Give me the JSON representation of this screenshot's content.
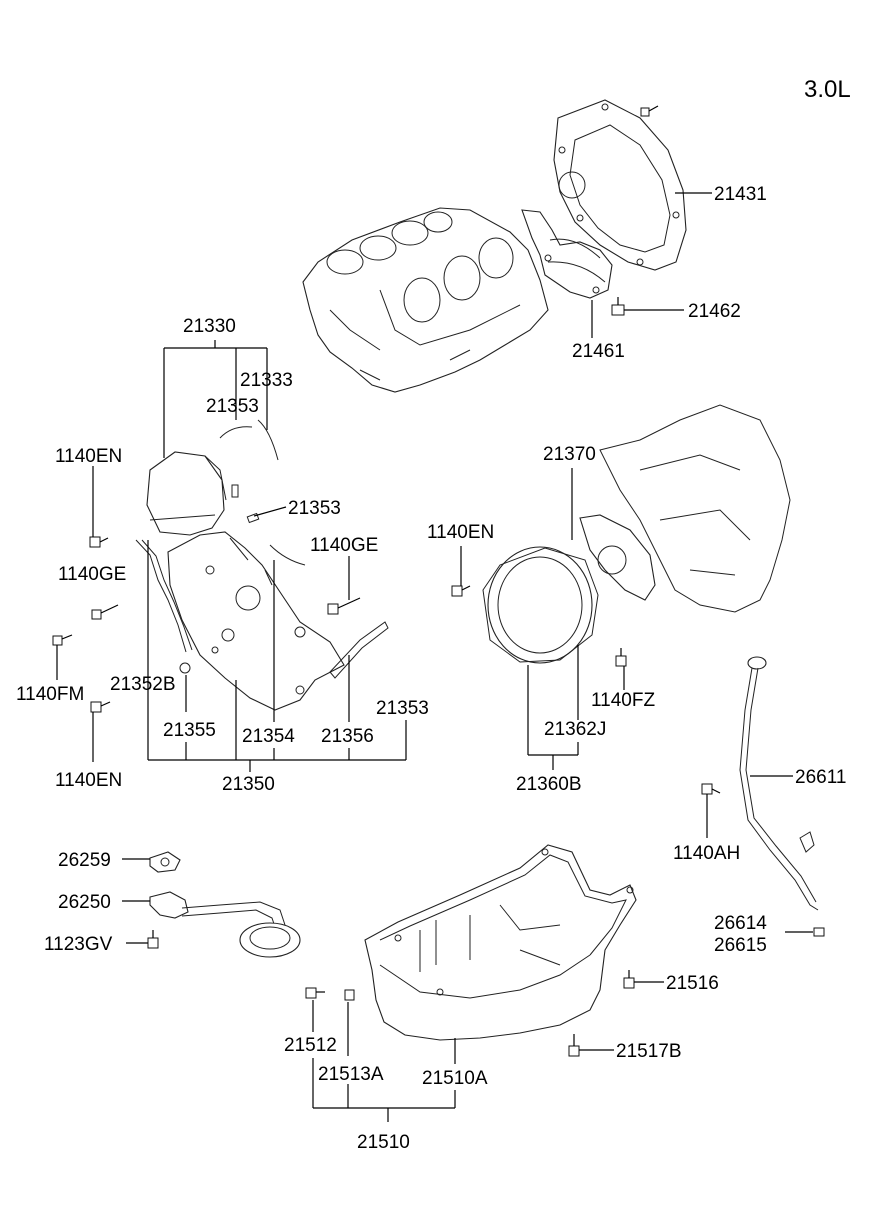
{
  "engine_label": "3.0L",
  "labels": {
    "p21431": "21431",
    "p21462": "21462",
    "p21461": "21461",
    "p21330": "21330",
    "p21333": "21333",
    "p21353a": "21353",
    "p21353b": "21353",
    "p21353c": "21353",
    "p1140en_a": "1140EN",
    "p1140en_b": "1140EN",
    "p1140en_c": "1140EN",
    "p1140ge_a": "1140GE",
    "p1140ge_b": "1140GE",
    "p1140fm": "1140FM",
    "p21352b": "21352B",
    "p21355": "21355",
    "p21354": "21354",
    "p21356": "21356",
    "p21350": "21350",
    "p21370": "21370",
    "p1140fz": "1140FZ",
    "p21362j": "21362J",
    "p21360b": "21360B",
    "p26611": "26611",
    "p1140ah": "1140AH",
    "p26614": "26614",
    "p26615": "26615",
    "p26259": "26259",
    "p26250": "26250",
    "p1123gv": "1123GV",
    "p21516": "21516",
    "p21517b": "21517B",
    "p21512": "21512",
    "p21513a": "21513A",
    "p21510a": "21510A",
    "p21510": "21510"
  }
}
